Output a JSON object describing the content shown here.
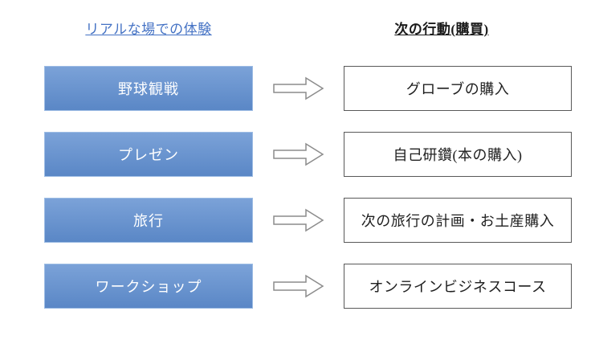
{
  "diagram": {
    "headers": {
      "left": "リアルな場での体験",
      "right": "次の行動(購買)"
    },
    "rows": [
      {
        "experience": "野球観戦",
        "action": "グローブの購入"
      },
      {
        "experience": "プレゼン",
        "action": "自己研鑽(本の購入)"
      },
      {
        "experience": "旅行",
        "action": "次の旅行の計画・お土産購入"
      },
      {
        "experience": "ワークショップ",
        "action": "オンラインビジネスコース"
      }
    ],
    "arrow_icon": "right-block-arrow"
  },
  "colors": {
    "page_bg": "#ffffff",
    "header_left_text": "#4472c4",
    "header_right_text": "#1a1a1a",
    "exp_box_fill_top": "#7ba2d8",
    "exp_box_fill_bottom": "#5a87c6",
    "exp_box_border": "#9dbce4",
    "exp_box_text": "#ffffff",
    "action_box_bg": "#ffffff",
    "action_box_border": "#595959",
    "action_box_text": "#1f1f1f",
    "arrow_stroke": "#8c8c8c",
    "arrow_fill": "#ffffff"
  }
}
